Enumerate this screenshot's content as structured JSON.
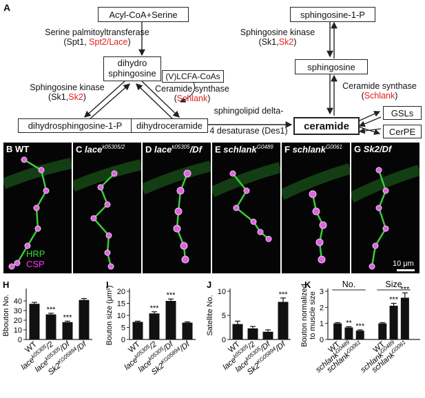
{
  "panel_a": {
    "label": "A",
    "acyl": "Acyl-CoA+Serine",
    "spt_name": "Serine palmitoyltransferase",
    "spt_open": "(Spt1, ",
    "spt_red": "Spt2/Lace",
    "spt_close": ")",
    "dihydrosphingosine_1": "dihydro",
    "dihydrosphingosine_2": "sphingosine",
    "vlcfa": "(V)LCFA-CoAs",
    "sk_left_name": "Sphingosine kinase",
    "sk_left_open": "(Sk1,",
    "sk_left_red": "Sk2",
    "sk_left_close": ")",
    "cs_left_name": "Ceramide synthase",
    "cs_left_open": "(",
    "cs_left_red": "Schlank",
    "cs_left_close": ")",
    "dhs1p": "dihydrosphingosine-1-P",
    "dihydroceramide": "dihydroceramide",
    "des_1": "sphingolipid delta-",
    "des_2": "4 desaturase (Des1)",
    "ceramide": "ceramide",
    "gsls": "GSLs",
    "cerpe": "CerPE",
    "s1p": "sphingosine-1-P",
    "sk_right_name": "Sphingosine kinase",
    "sk_right_open": "(Sk1,",
    "sk_right_red": "Sk2",
    "sk_right_close": ")",
    "sphingosine": "sphingosine",
    "cs_right_name": "Ceramide synthase",
    "cs_right_open": "(",
    "cs_right_red": "Schlank",
    "cs_right_close": ")"
  },
  "micrographs": [
    {
      "letter": "B",
      "name": "WT",
      "sup": "",
      "suffix": ""
    },
    {
      "letter": "C",
      "name": "lace",
      "sup": "k05305/2",
      "suffix": ""
    },
    {
      "letter": "D",
      "name": "lace",
      "sup": "k05305",
      "suffix": "/Df"
    },
    {
      "letter": "E",
      "name": "schlank",
      "sup": "G0489",
      "suffix": ""
    },
    {
      "letter": "F",
      "name": "schlank",
      "sup": "G0061",
      "suffix": ""
    },
    {
      "letter": "G",
      "name": "Sk2/Df",
      "sup": "",
      "suffix": ""
    }
  ],
  "legend": {
    "hrp": "HRP",
    "csp": "CSP"
  },
  "scale_bar": "10 μm",
  "colors": {
    "red_text": "#e0211a",
    "hrp": "#33dd33",
    "csp": "#ff33ff"
  },
  "chart_data": [
    {
      "panel": "H",
      "type": "bar",
      "ylabel": "Bbouton No.",
      "ylim": [
        0,
        50
      ],
      "yticks": [
        0,
        10,
        20,
        30,
        40
      ],
      "categories": [
        "WT",
        "lace k05305/2",
        "lace k05305/Df",
        "Sk2 KG05894/Df"
      ],
      "values": [
        37,
        26,
        18,
        41
      ],
      "errors": [
        1.5,
        1.2,
        1.0,
        1.5
      ],
      "sig": [
        "",
        "***",
        "***",
        ""
      ]
    },
    {
      "panel": "I",
      "type": "bar",
      "ylabel": "Bouton size (μm²)",
      "ylim": [
        0,
        20
      ],
      "yticks": [
        0,
        5,
        10,
        15,
        20
      ],
      "categories": [
        "WT",
        "lace k05305/2",
        "lace k05305/Df",
        "Sk2 KG05894/Df"
      ],
      "values": [
        7.3,
        10.8,
        16.0,
        7.0
      ],
      "errors": [
        0.3,
        0.7,
        0.8,
        0.3
      ],
      "sig": [
        "",
        "***",
        "***",
        ""
      ]
    },
    {
      "panel": "J",
      "type": "bar",
      "ylabel": "Satellite No.",
      "ylim": [
        0,
        10
      ],
      "yticks": [
        0,
        5,
        10
      ],
      "categories": [
        "WT",
        "lace k05305/2",
        "lace k05305/Df",
        "Sk2 KG05894/Df"
      ],
      "values": [
        3.2,
        2.3,
        1.6,
        7.8
      ],
      "errors": [
        0.6,
        0.4,
        0.4,
        0.8
      ],
      "sig": [
        "",
        "",
        "",
        "***"
      ]
    },
    {
      "panel": "K",
      "type": "bar",
      "ylabel": "Bouton normalized to muscle size",
      "ylim": [
        0,
        3
      ],
      "yticks": [
        0,
        1,
        2,
        3
      ],
      "groups": [
        "No.",
        "Size"
      ],
      "categories": [
        "WT",
        "schlank G0489",
        "schlank G0061",
        "WT",
        "schlank G0489",
        "schlank G0061"
      ],
      "values": [
        1.0,
        0.75,
        0.55,
        1.0,
        2.1,
        2.6
      ],
      "errors": [
        0.05,
        0.05,
        0.05,
        0.05,
        0.15,
        0.3
      ],
      "sig": [
        "",
        "**",
        "***",
        "",
        "***",
        "***"
      ]
    }
  ]
}
